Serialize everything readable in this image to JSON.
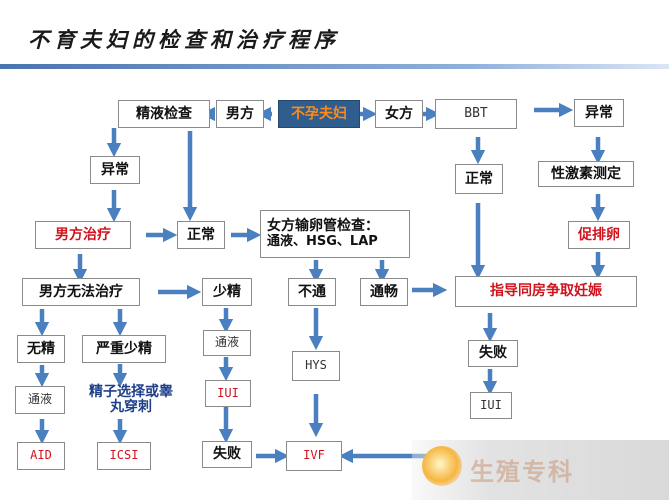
{
  "title": "不育夫妇的检查和治疗程序",
  "colors": {
    "accent_red": "#d0141e",
    "arrow_blue": "#4a7fc0",
    "center_fill": "#2f5e8e",
    "center_text": "#ff8a1a",
    "title_bar": "#4a74b0"
  },
  "nodes": {
    "infertile_couple": "不孕夫妇",
    "male": "男方",
    "female": "女方",
    "semen_exam": "精液检查",
    "bbt": "BBT",
    "abnormal_bbt": "异常",
    "semen_abnormal": "异常",
    "hormone_test": "性激素测定",
    "bbt_normal": "正常",
    "male_treatment": "男方治疗",
    "semen_normal": "正常",
    "tubal_exam_line1": "女方输卵管检查：",
    "tubal_exam_line2": "通液、HSG、LAP",
    "ovulation_induction": "促排卵",
    "male_untreatable": "男方无法治疗",
    "oligospermia": "少精",
    "blocked": "不通",
    "patent": "通畅",
    "guide_intercourse": "指导同房争取妊娠",
    "azoospermia": "无精",
    "severe_oligospermia": "严重少精",
    "hydrotubation_left": "通液",
    "hydrotubation_mid": "通液",
    "hys": "HYS",
    "failure_right": "失败",
    "sperm_selection": "精子选择或睾丸穿刺",
    "iui_mid": "IUI",
    "iui_right": "IUI",
    "aid": "AID",
    "icsi": "ICSI",
    "failure_mid": "失败",
    "ivf": "IVF"
  },
  "watermark_text": "生殖专科"
}
